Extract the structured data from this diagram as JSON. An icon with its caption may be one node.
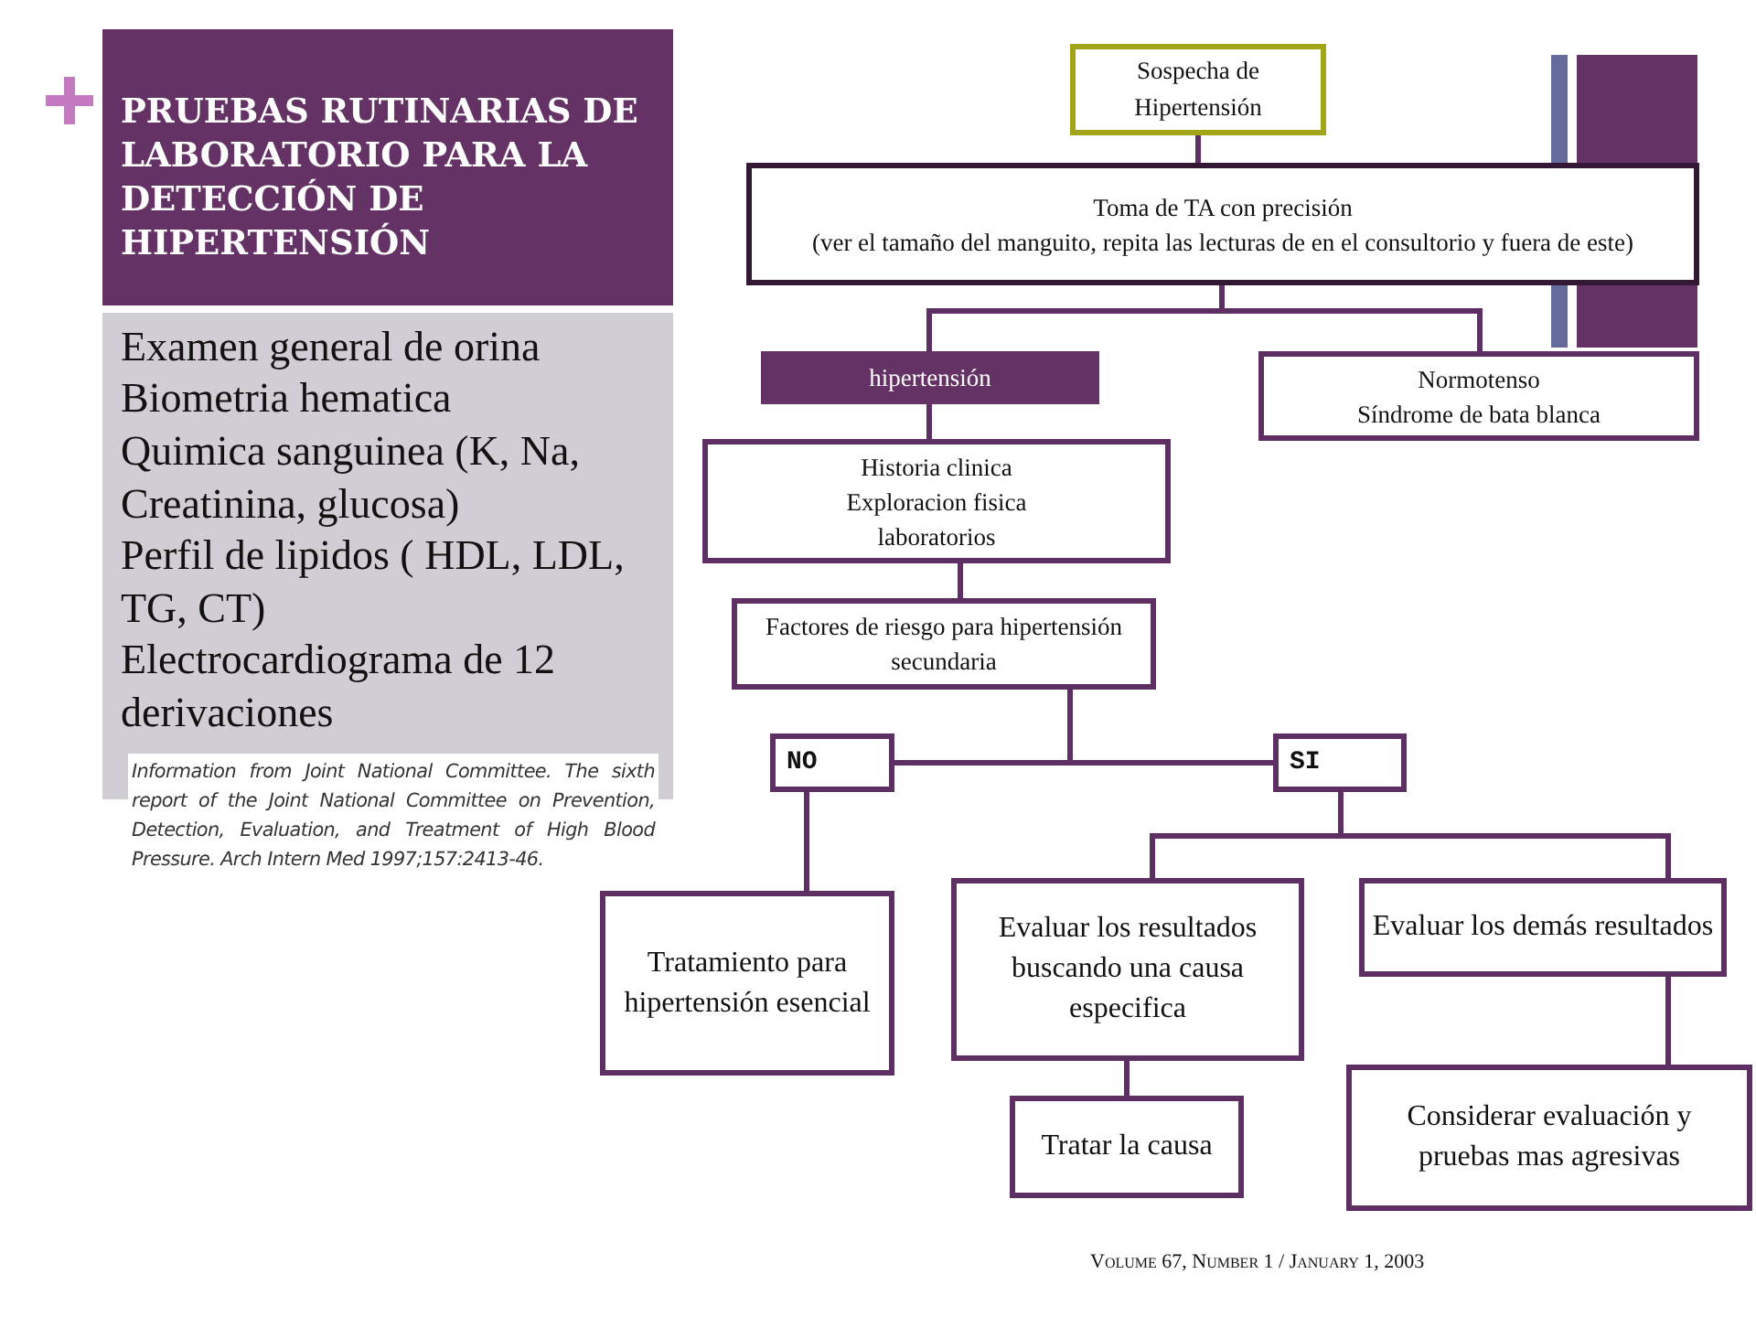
{
  "diagram": {
    "title": "PRUEBAS RUTINARIAS DE LABORATORIO PARA LA DETECCIÓN DE HIPERTENSIÓN",
    "nodes": [
      {
        "text": [
          "Sospecha de Hipertensión"
        ]
      },
      {
        "text": [
          "Toma de TA con precisión",
          "(ver el tamaño del manguito, repita las lecturas de en el consultorio y fuera de este)"
        ]
      },
      {
        "text": [
          "hipertensión"
        ]
      },
      {
        "text": [
          "Normotenso",
          "Síndrome de bata blanca"
        ]
      },
      {
        "text": [
          "Historia clinica",
          "Exploracion fisica",
          "laboratorios"
        ]
      },
      {
        "text": [
          "Factores de riesgo para hipertensión secundaria"
        ]
      },
      {
        "text": [
          "NO"
        ]
      },
      {
        "text": [
          "SI"
        ]
      },
      {
        "text": [
          "Tratamiento para hipertensión esencial"
        ]
      },
      {
        "text": [
          "Evaluar los resultados buscando una causa especifica"
        ]
      },
      {
        "text": [
          "Evaluar los demás resultados"
        ]
      },
      {
        "text": [
          "Tratar la causa"
        ]
      },
      {
        "text": [
          "Considerar evaluación y pruebas mas agresivas"
        ]
      }
    ],
    "edges": [
      {
        "from": 0,
        "to": 1,
        "arrow": "none"
      },
      {
        "from": 1,
        "to": 2,
        "arrow": "none"
      },
      {
        "from": 1,
        "to": 3,
        "arrow": "none"
      },
      {
        "from": 2,
        "to": 4,
        "arrow": "none"
      },
      {
        "from": 4,
        "to": 5,
        "arrow": "none"
      },
      {
        "from": 5,
        "to": 6,
        "arrow": "none"
      },
      {
        "from": 5,
        "to": 7,
        "arrow": "none"
      },
      {
        "from": 6,
        "to": 8,
        "arrow": "none"
      },
      {
        "from": 7,
        "to": 9,
        "arrow": "none"
      },
      {
        "from": 7,
        "to": 10,
        "arrow": "none"
      },
      {
        "from": 9,
        "to": 11,
        "arrow": "none"
      },
      {
        "from": 10,
        "to": 12,
        "arrow": "none"
      }
    ],
    "labels": [
      "Examen general de orina",
      "Biometria hematica",
      "Quimica sanguinea (K, Na, Creatinina, glucosa)",
      "Perfil de lipidos ( HDL, LDL, TG, CT)",
      "Electrocardiograma de 12 derivaciones",
      "Information from Joint National Committee. The sixth report of the Joint National Committee on Prevention, Detection, Evaluation, and Treatment of High Blood Pressure. Arch Intern Med 1997;157:2413-46.",
      "Volume 67, Number 1 / January 1, 2003"
    ]
  }
}
